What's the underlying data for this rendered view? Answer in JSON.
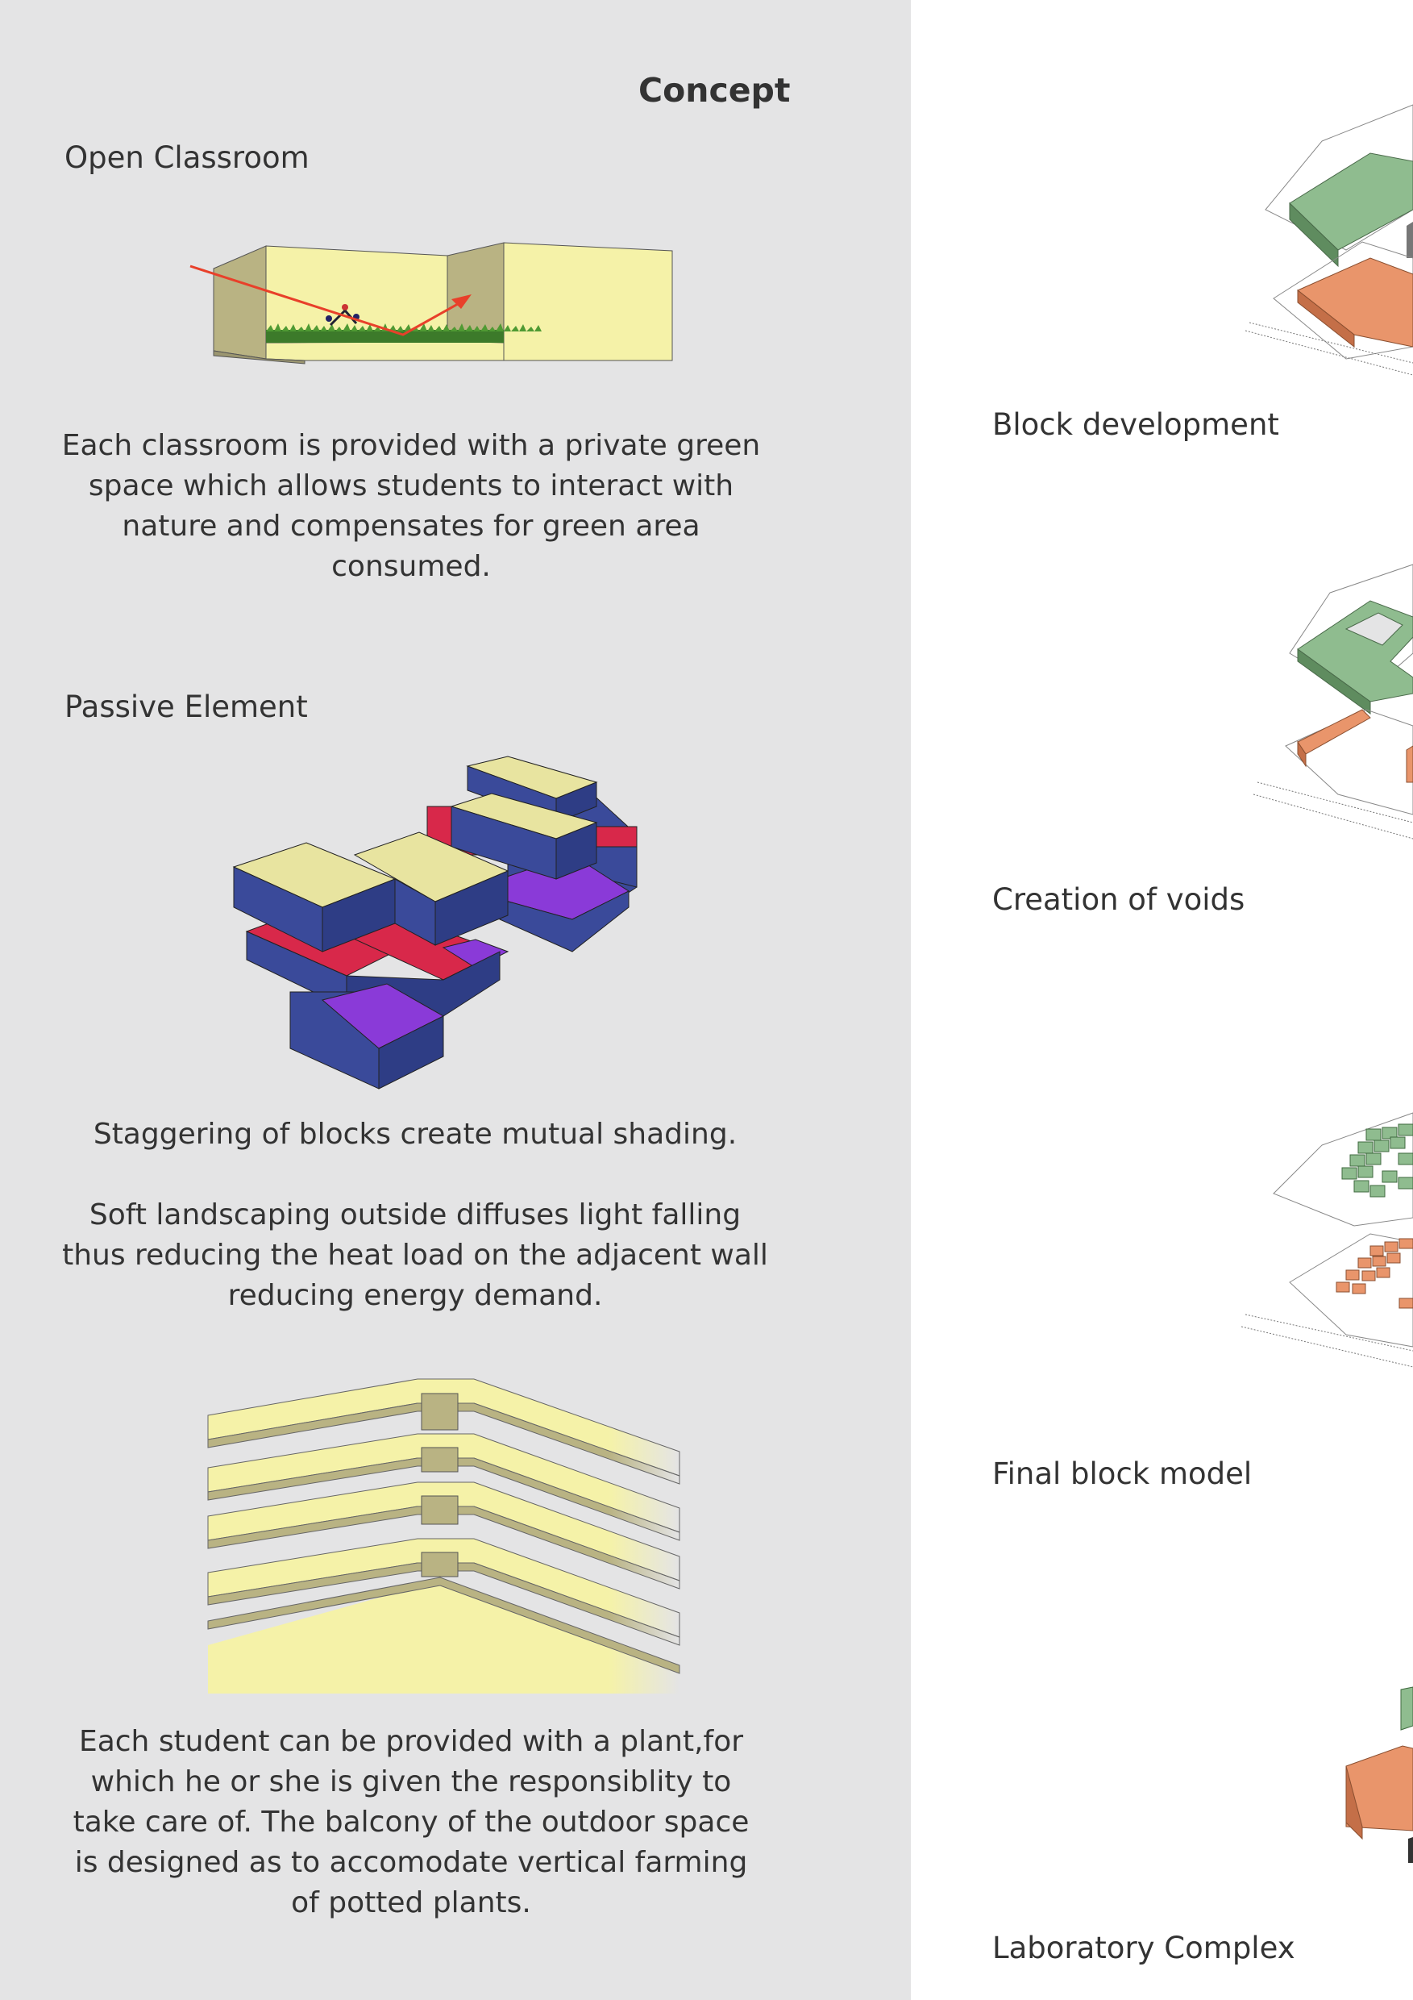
{
  "concept_title": "Concept",
  "left_sections": [
    {
      "title": "Open Classroom",
      "lines": [
        "Each classroom is provided with a private green",
        "space which allows students to interact with",
        "nature and compensates for green area",
        "consumed."
      ]
    },
    {
      "title": "Passive Element",
      "lines": [
        "Staggering of blocks create mutual shading.",
        "",
        "Soft landscaping outside diffuses light falling",
        "thus reducing the heat load on the adjacent wall",
        "reducing energy demand."
      ]
    },
    {
      "title": "",
      "lines": [
        "Each student can be provided with a plant,for",
        "which he or she is given the    responsiblity to",
        "take care of. The balcony of the outdoor space",
        "is designed as to accomodate vertical farming",
        "of potted plants."
      ]
    }
  ],
  "right_labels": [
    "Block development",
    "Creation of voids",
    "Final block model",
    "Laboratory Complex"
  ],
  "colors": {
    "panel_bg": "#e4e4e5",
    "pale_yellow": "#f5f2a8",
    "olive": "#b9b383",
    "block_blue": "#3a4a9a",
    "block_red": "#d8284a",
    "block_purple": "#8a3ad8",
    "green_block": "#8fbc8f",
    "orange_block": "#e9956b"
  }
}
